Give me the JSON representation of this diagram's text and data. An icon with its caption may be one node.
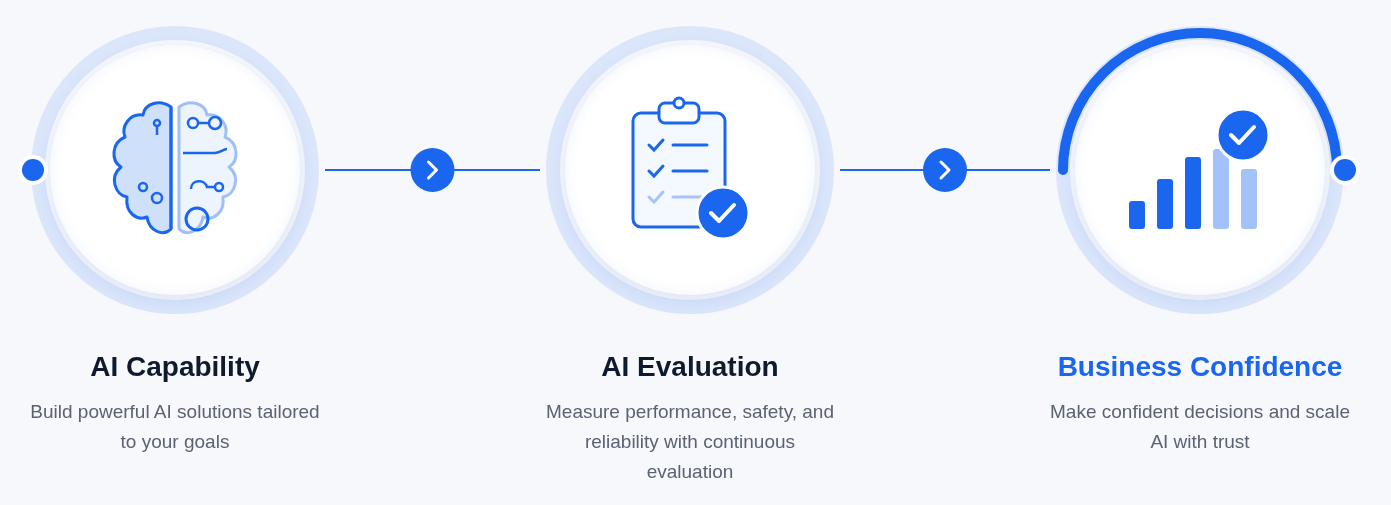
{
  "diagram": {
    "nodes": [
      {
        "text": [
          "AI Capability",
          "Build powerful AI solutions tailored to your goals"
        ]
      },
      {
        "text": [
          "AI Evaluation",
          "Measure performance, safety, and reliability with continuous evaluation"
        ]
      },
      {
        "text": [
          "Business Confidence",
          "Make confident decisions and scale AI with trust"
        ]
      }
    ],
    "edges": [
      {
        "from": 0,
        "to": 1,
        "arrow": "to"
      },
      {
        "from": 1,
        "to": 2,
        "arrow": "to"
      }
    ]
  }
}
